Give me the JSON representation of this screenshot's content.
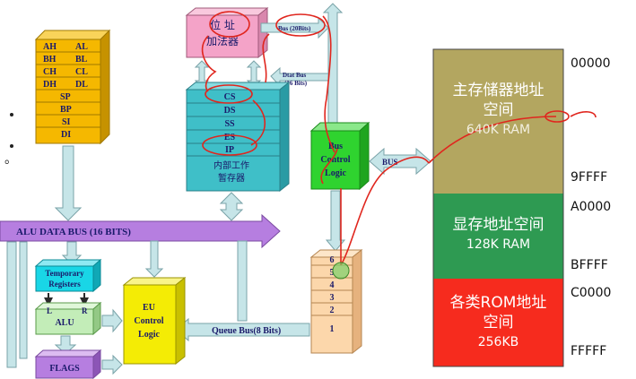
{
  "registers": {
    "general": [
      {
        "high": "AH",
        "low": "AL"
      },
      {
        "high": "BH",
        "low": "BL"
      },
      {
        "high": "CH",
        "low": "CL"
      },
      {
        "high": "DH",
        "low": "DL"
      }
    ],
    "pointers": [
      "SP",
      "BP",
      "SI",
      "DI"
    ]
  },
  "address_adder": {
    "line1": "位 址",
    "line2": "加法器"
  },
  "segment_registers": [
    "CS",
    "DS",
    "SS",
    "ES",
    "IP"
  ],
  "internal_regs_label": {
    "line1": "内部工作",
    "line2": "暂存器"
  },
  "bus_labels": {
    "bus20": "Bus (20Bits)",
    "dtat_bus": "Dtat Bus",
    "dtat_bits": "(16 Bits)",
    "alu_data_bus": "ALU DATA BUS (16 BITS)",
    "queue_bus": "Queue Bus(8 Bits)",
    "bus": "BUS"
  },
  "bus_control": {
    "line1": "Bus",
    "line2": "Control",
    "line3": "Logic"
  },
  "queue": [
    "6",
    "5",
    "4",
    "3",
    "2",
    "1"
  ],
  "temp_registers": {
    "line1": "Temporary",
    "line2": "Registers"
  },
  "alu": {
    "l": "L",
    "r": "R",
    "label": "ALU"
  },
  "flags": "FLAGS",
  "eu_control": {
    "line1": "EU",
    "line2": "Control",
    "line3": "Logic"
  },
  "memory": {
    "main": {
      "title1": "主存储器地址",
      "title2": "空间",
      "size": "640K RAM"
    },
    "video": {
      "title": "显存地址空间",
      "size": "128K RAM"
    },
    "rom": {
      "title1": "各类ROM地址",
      "title2": "空间",
      "size": "256KB"
    }
  },
  "addresses": {
    "a1": "00000",
    "a2": "9FFFF",
    "a3": "A0000",
    "a4": "BFFFF",
    "a5": "C0000",
    "a6": "FFFFF"
  },
  "left_edge_text": "。",
  "colors": {
    "orange": "#f5b800",
    "pink": "#f4a3c8",
    "teal": "#3fbfc8",
    "green": "#2fd32f",
    "peach": "#fcd7ab",
    "cyan": "#19d6e6",
    "light_green": "#c3edb8",
    "purple": "#b67ee0",
    "yellow": "#f4ec05",
    "mem_main": "#b3a660",
    "mem_video": "#2e9a52",
    "mem_rom": "#f62b1e",
    "bus_arrow": "#c6e5e8",
    "annotation_red": "#e0261e"
  }
}
